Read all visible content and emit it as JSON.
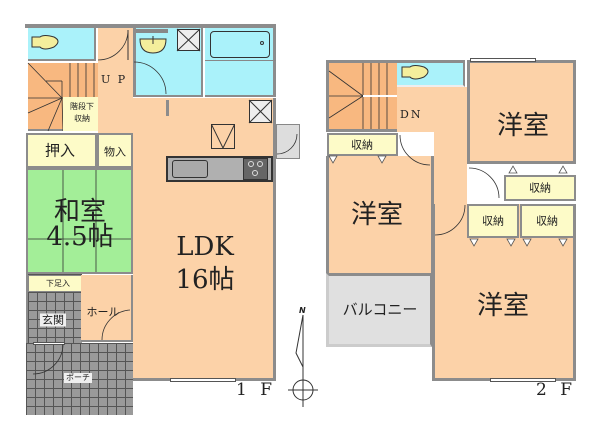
{
  "floor1": {
    "label": "1 F",
    "rooms": {
      "toilet": "",
      "stairs_up": "U P",
      "stair_storage": "階段下\n収納",
      "stair_storage_line1": "階段下",
      "stair_storage_line2": "収納",
      "oshiire": "押入",
      "monoire": "物入",
      "washitsu_name": "和室",
      "washitsu_size": "4.5帖",
      "ldk_name": "LDK",
      "ldk_size": "16帖",
      "shoe_storage": "下足入",
      "entrance": "玄関",
      "hall": "ホール",
      "porch": "ポーチ"
    }
  },
  "floor2": {
    "label": "2 F",
    "rooms": {
      "stairs_down": "DN",
      "storage_a": "収納",
      "storage_b": "収納",
      "storage_c": "収納",
      "storage_d": "収納",
      "bedroom_ne": "洋室",
      "bedroom_w": "洋室",
      "bedroom_s": "洋室",
      "balcony": "バルコニー"
    }
  },
  "compass": {
    "north_label": "N"
  },
  "colors": {
    "wood_floor": "#fcd2a8",
    "wet_area": "#aaf2fa",
    "closet": "#fdfbc8",
    "tatami": "#a3ee98",
    "tile": "#9a9a9a",
    "balcony": "#e0e0e0",
    "wall": "#8c8c8c"
  }
}
